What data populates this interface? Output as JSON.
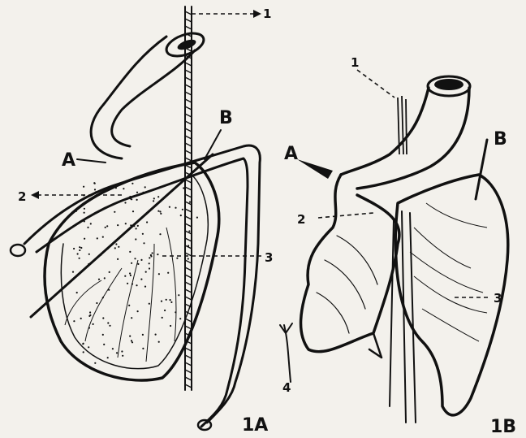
{
  "figure_1a": {
    "caption": "1A",
    "labels": {
      "one": "1",
      "two": "2",
      "three": "3",
      "a": "A",
      "b": "B"
    }
  },
  "figure_1b": {
    "caption": "1B",
    "labels": {
      "one": "1",
      "two": "2",
      "three": "3",
      "four": "4",
      "a": "A",
      "b": "B"
    }
  }
}
